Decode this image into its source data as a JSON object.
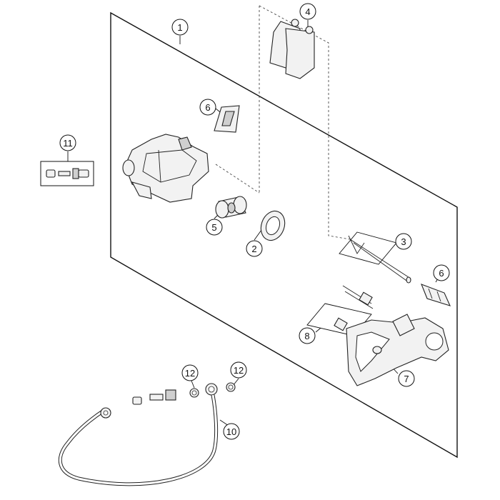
{
  "diagram": {
    "callouts": [
      "1",
      "2",
      "3",
      "4",
      "5",
      "6",
      "6",
      "7",
      "8",
      "10",
      "11",
      "12",
      "12"
    ]
  }
}
